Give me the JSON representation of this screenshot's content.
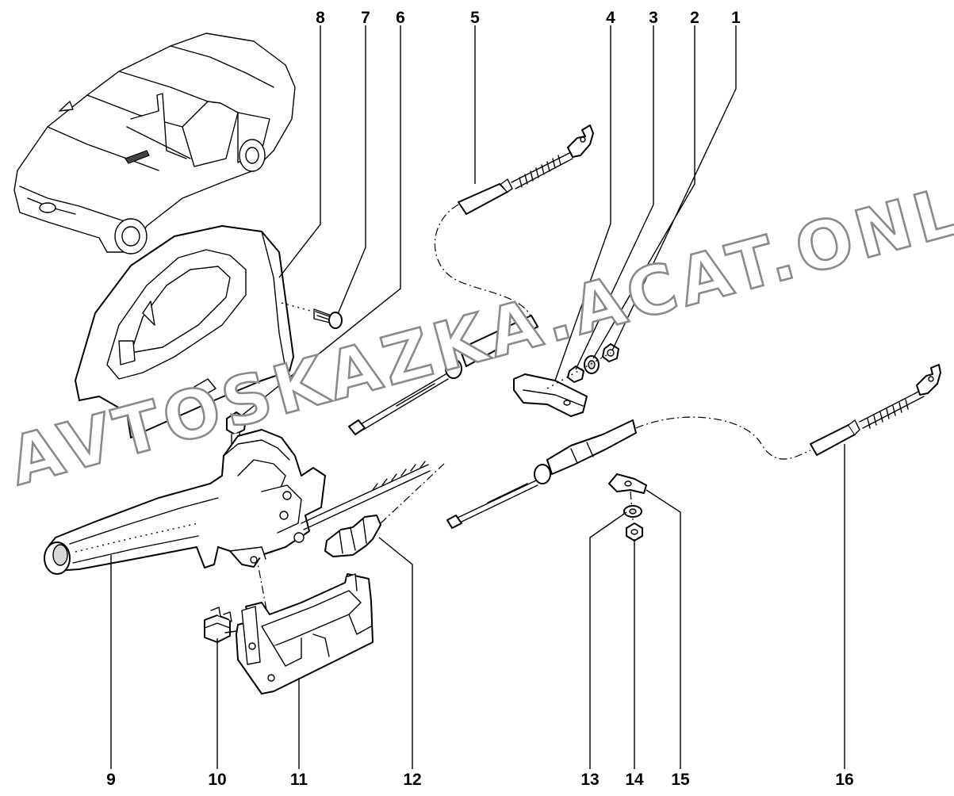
{
  "watermark": "AVTOSKAZKA.ACAT.ONLINE",
  "callouts": [
    {
      "label": "1",
      "part": "nut"
    },
    {
      "label": "2",
      "part": "washer"
    },
    {
      "label": "3",
      "part": "nut"
    },
    {
      "label": "4",
      "part": "cable-equalizer"
    },
    {
      "label": "5",
      "part": "rear-brake-cable-right"
    },
    {
      "label": "6",
      "part": "bolt"
    },
    {
      "label": "7",
      "part": "self-tapping-screw"
    },
    {
      "label": "8",
      "part": "lever-cover"
    },
    {
      "label": "9",
      "part": "parking-brake-lever"
    },
    {
      "label": "10",
      "part": "warning-switch"
    },
    {
      "label": "11",
      "part": "lever-bracket"
    },
    {
      "label": "12",
      "part": "boot"
    },
    {
      "label": "13",
      "part": "washer"
    },
    {
      "label": "14",
      "part": "nut"
    },
    {
      "label": "15",
      "part": "clip"
    },
    {
      "label": "16",
      "part": "rear-brake-cable-left"
    }
  ],
  "colors": {
    "line": "#000000",
    "background": "#ffffff",
    "watermark_outline": "#8a8a8a"
  }
}
